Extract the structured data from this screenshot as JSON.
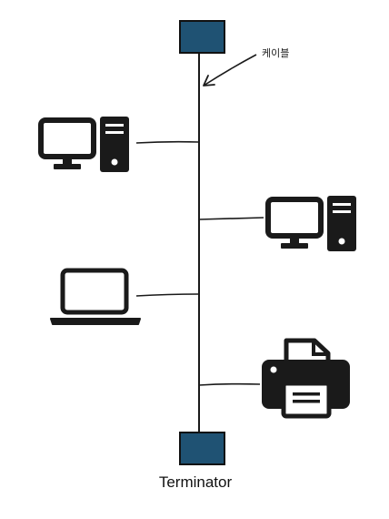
{
  "labels": {
    "cable": "케이블",
    "terminator": "Terminator"
  },
  "colors": {
    "terminator_fill": "#1f5273",
    "line": "#1a1a1a",
    "device": "#1a1a1a"
  },
  "nodes": [
    {
      "id": "terminator-top",
      "kind": "terminator"
    },
    {
      "id": "desktop-left",
      "kind": "desktop-computer",
      "side": "left"
    },
    {
      "id": "desktop-right",
      "kind": "desktop-computer",
      "side": "right"
    },
    {
      "id": "laptop-left",
      "kind": "laptop",
      "side": "left"
    },
    {
      "id": "printer-right",
      "kind": "printer",
      "side": "right"
    },
    {
      "id": "terminator-bottom",
      "kind": "terminator"
    }
  ]
}
